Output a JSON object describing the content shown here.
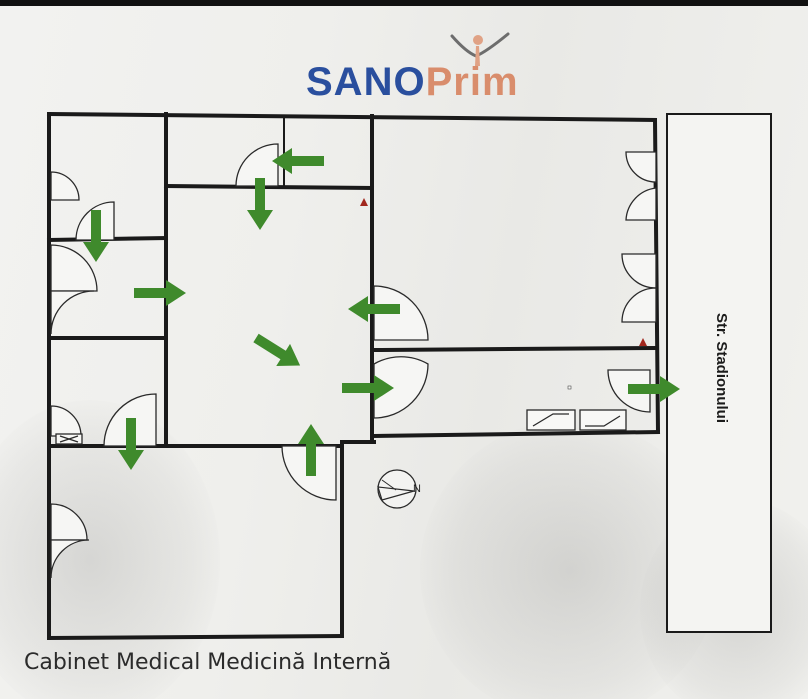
{
  "logo": {
    "part1": "SANO",
    "part2": "Prim"
  },
  "street_label": "Str. Stadionului",
  "caption": "Cabinet Medical Medicină Internă",
  "compass_letter": "N",
  "colors": {
    "arrow": "#3f8a2c",
    "logo_blue": "#2a4f9e",
    "logo_orange": "#d98d6c",
    "wall": "#1a1a1a",
    "marker": "#a1271e"
  },
  "icons": [
    "person-logo-icon",
    "exit-arrow-icon",
    "fire-marker-icon",
    "compass-icon",
    "stairs-icon"
  ]
}
